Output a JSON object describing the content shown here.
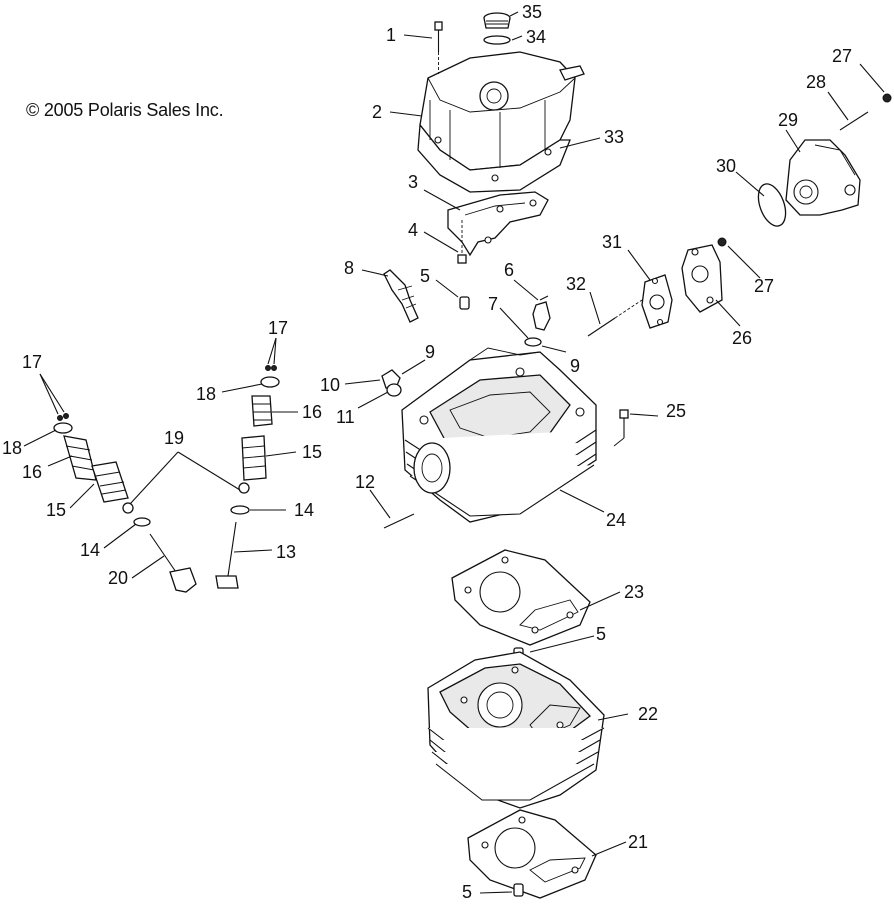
{
  "copyright": "© 2005 Polaris Sales Inc.",
  "callouts": {
    "c1": "1",
    "c2": "2",
    "c3": "3",
    "c4": "4",
    "c5a": "5",
    "c5b": "5",
    "c5c": "5",
    "c6": "6",
    "c7": "7",
    "c8": "8",
    "c9a": "9",
    "c9b": "9",
    "c10": "10",
    "c11": "11",
    "c12": "12",
    "c13": "13",
    "c14a": "14",
    "c14b": "14",
    "c15a": "15",
    "c15b": "15",
    "c16a": "16",
    "c16b": "16",
    "c17a": "17",
    "c17b": "17",
    "c18a": "18",
    "c18b": "18",
    "c19": "19",
    "c20": "20",
    "c21": "21",
    "c22": "22",
    "c23": "23",
    "c24": "24",
    "c25": "25",
    "c26": "26",
    "c27a": "27",
    "c27b": "27",
    "c28": "28",
    "c29": "29",
    "c30": "30",
    "c31": "31",
    "c32": "32",
    "c33": "33",
    "c34": "34",
    "c35": "35"
  }
}
